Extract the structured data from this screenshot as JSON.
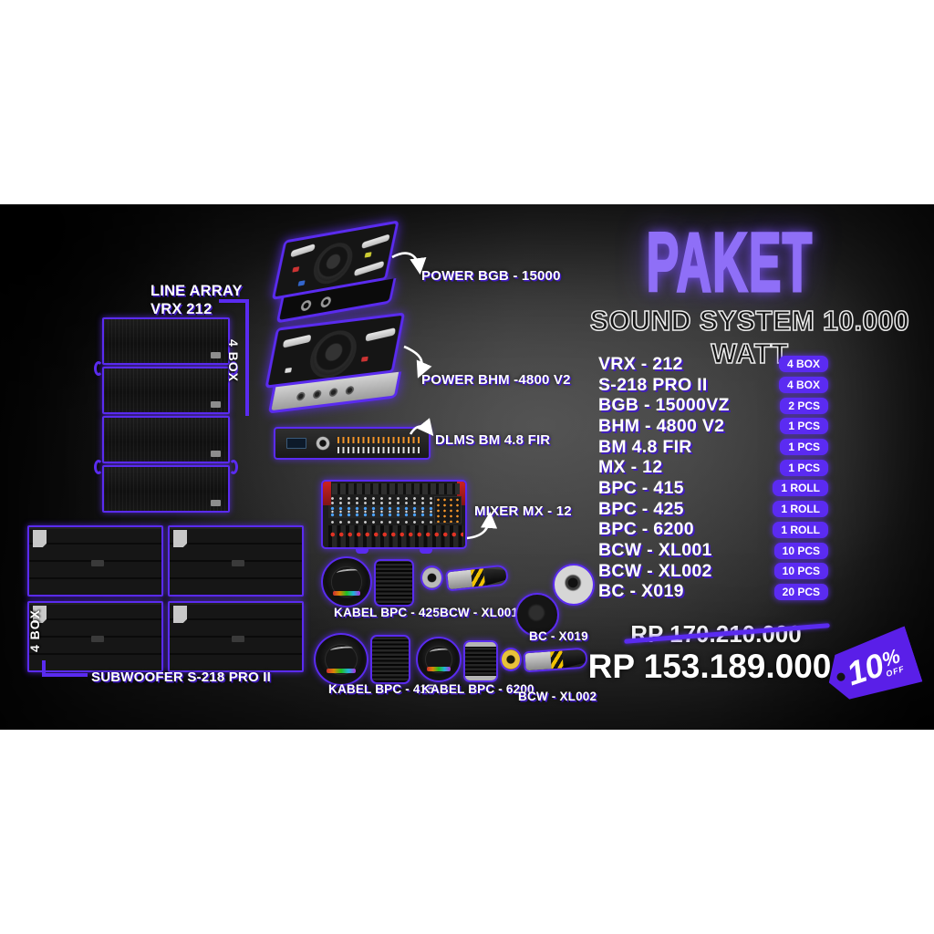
{
  "header": {
    "title": "PAKET",
    "subtitle": "SOUND SYSTEM 10.000 WATT"
  },
  "labels": {
    "line_array_1": "LINE ARRAY",
    "line_array_2": "VRX 212",
    "line_array_qty": "4 BOX",
    "subwoofer": "SUBWOOFER S-218 PRO II",
    "subwoofer_qty": "4 BOX",
    "power_bgb": "POWER BGB - 15000",
    "power_bhm": "POWER BHM -4800 V2",
    "dlms": "DLMS BM 4.8 FIR",
    "mixer": "MIXER MX - 12",
    "kabel_425": "KABEL BPC - 425",
    "bcw_xl001": "BCW - XL001",
    "bc_x019": "BC - X019",
    "kabel_415": "KABEL BPC - 415",
    "kabel_6200": "KABEL BPC - 6200",
    "bcw_xl002": "BCW - XL002"
  },
  "package_list": {
    "items": [
      {
        "name": "VRX - 212",
        "qty": "4 BOX"
      },
      {
        "name": "S-218 PRO II",
        "qty": "4 BOX"
      },
      {
        "name": "BGB - 15000VZ",
        "qty": "2 PCS"
      },
      {
        "name": "BHM - 4800 V2",
        "qty": "1 PCS"
      },
      {
        "name": "BM 4.8 FIR",
        "qty": "1 PCS"
      },
      {
        "name": "MX - 12",
        "qty": "1 PCS"
      },
      {
        "name": "BPC - 415",
        "qty": "1 ROLL"
      },
      {
        "name": "BPC - 425",
        "qty": "1 ROLL"
      },
      {
        "name": "BPC - 6200",
        "qty": "1 ROLL"
      },
      {
        "name": "BCW - XL001",
        "qty": "10 PCS"
      },
      {
        "name": "BCW - XL002",
        "qty": "10 PCS"
      },
      {
        "name": "BC - X019",
        "qty": "20 PCS"
      }
    ]
  },
  "pricing": {
    "old_price": "RP 170.210.000",
    "new_price": "RP 153.189.000",
    "discount_number": "10",
    "discount_percent": "%",
    "discount_off": "OFF"
  },
  "colors": {
    "accent": "#5a2bf0",
    "badge": "#5b2bf2",
    "title": "#8f6ff7",
    "tag": "#5a1fe8"
  }
}
